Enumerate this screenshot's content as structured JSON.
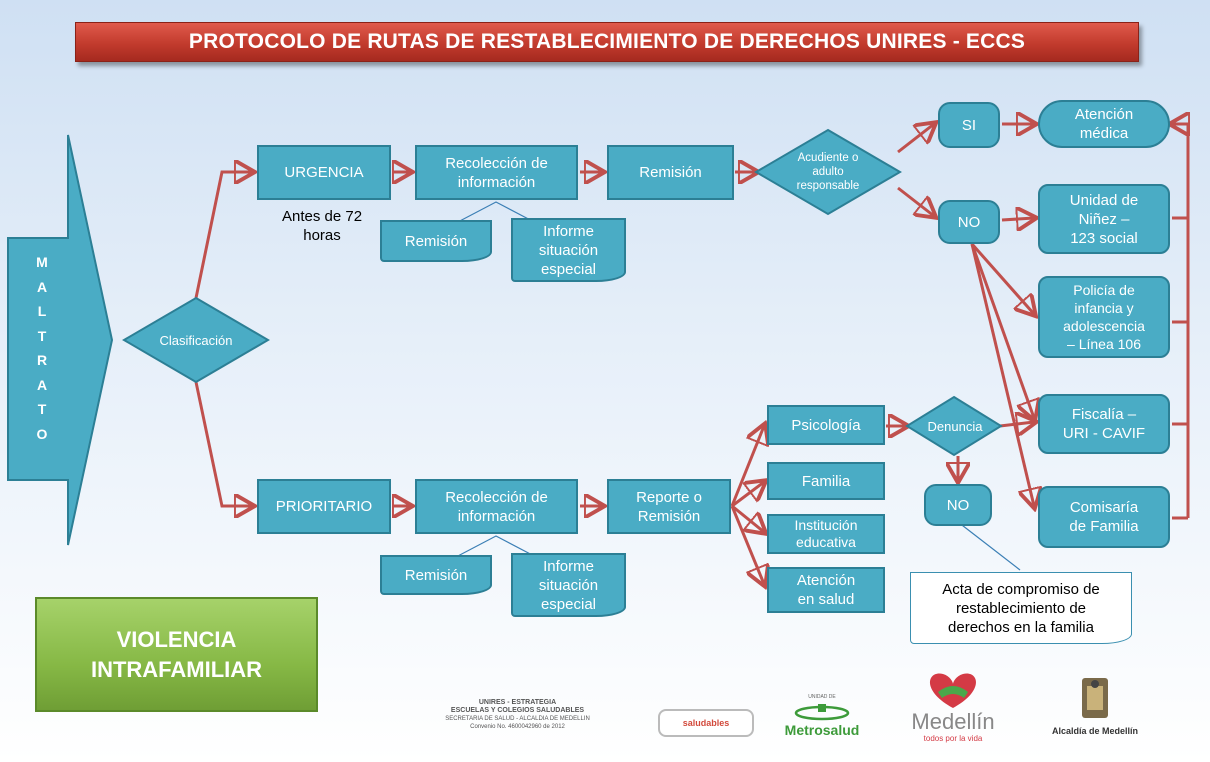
{
  "title": "PROTOCOLO DE RUTAS DE RESTABLECIMIENTO DE DERECHOS  UNIRES - ECCS",
  "maltrato_letters": [
    "M",
    "A",
    "L",
    "T",
    "R",
    "A",
    "T",
    "O"
  ],
  "clasificacion": "Clasificación",
  "urgencia": {
    "label": "URGENCIA",
    "note_line1": "Antes de 72",
    "note_line2": "horas",
    "recoleccion": [
      "Recolección de",
      "información"
    ],
    "remision_box": "Remisión",
    "doc_remision": "Remisión",
    "doc_informe": [
      "Informe",
      "situación",
      "especial"
    ],
    "decision": [
      "Acudiente o",
      "adulto",
      "responsable"
    ],
    "si": "SI",
    "no": "NO"
  },
  "prioritario": {
    "label": "PRIORITARIO",
    "recoleccion": [
      "Recolección de",
      "información"
    ],
    "reporte": [
      "Reporte o",
      "Remisión"
    ],
    "doc_remision": "Remisión",
    "doc_informe": [
      "Informe",
      "situación",
      "especial"
    ],
    "options": {
      "psicologia": "Psicología",
      "familia": "Familia",
      "institucion": [
        "Institución",
        "educativa"
      ],
      "salud": [
        "Atención",
        "en salud"
      ]
    },
    "denuncia": "Denuncia",
    "no": "NO",
    "acta": [
      "Acta de compromiso de",
      "restablecimiento de",
      "derechos en la familia"
    ]
  },
  "destinos": {
    "atencion_medica": [
      "Atención",
      "médica"
    ],
    "unidad_ninez": [
      "Unidad de",
      "Niñez  –",
      "123 social"
    ],
    "policia": [
      "Policía de",
      "infancia y",
      "adolescencia",
      "– Línea 106"
    ],
    "fiscalia": [
      "Fiscalía –",
      "URI - CAVIF"
    ],
    "comisaria": [
      "Comisaría",
      "de Familia"
    ]
  },
  "violencia": [
    "VIOLENCIA",
    "INTRAFAMILIAR"
  ],
  "logos": {
    "unires": [
      "UNIRES - ESTRATEGIA",
      "ESCUELAS Y COLEGIOS SALUDABLES",
      "SECRETARIA DE SALUD - ALCALDIA DE MEDELLIN",
      "Convenio No. 4600042960 de 2012"
    ],
    "saludables": "saludables",
    "metrosalud_top": "UNIDAD DE",
    "metrosalud": "Metrosalud",
    "medellin": "Medellín",
    "medellin_sub": "todos por la vida",
    "alcaldia": "Alcaldía de Medellín"
  },
  "colors": {
    "box": "#4aacc5",
    "arrow": "#c0504d",
    "title": "#c23b2d",
    "green": "#86b845"
  }
}
